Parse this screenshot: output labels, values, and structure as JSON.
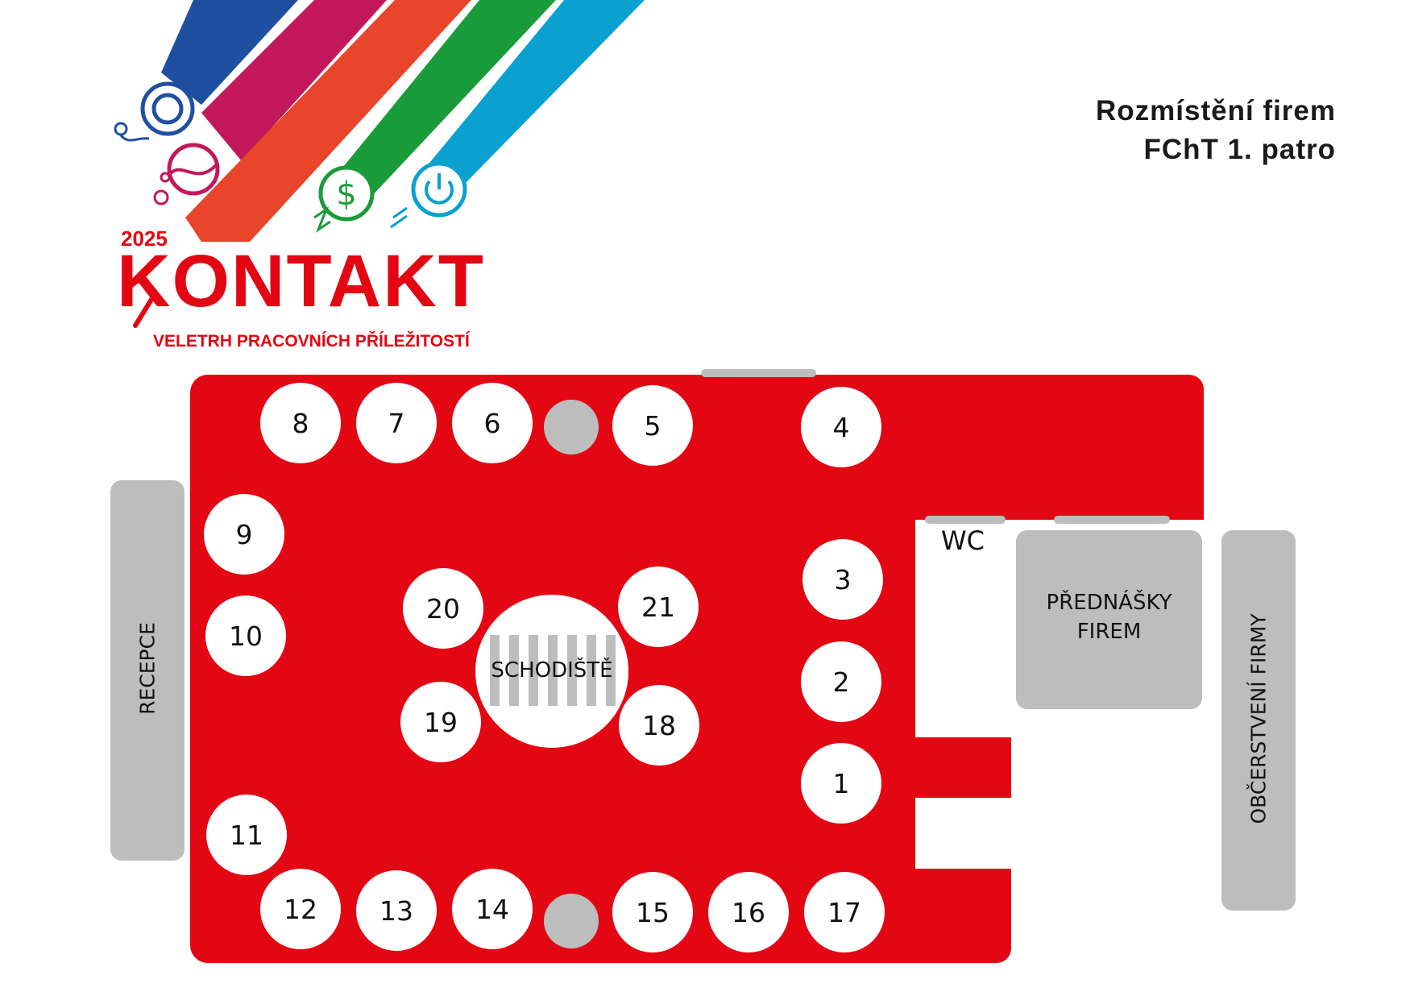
{
  "logo": {
    "year": "2025",
    "wordmark": "KONTAKT",
    "tagline": "VELETRH PRACOVNÍCH PŘÍLEŽITOSTÍ",
    "colors": {
      "red": "#e30613",
      "blue": "#1f4fa0",
      "magenta": "#c2185b",
      "green": "#1a9b3a",
      "cyan": "#0aa0cf"
    }
  },
  "title": {
    "line1": "Rozmístění firem",
    "line2": "FChT 1. patro"
  },
  "colors": {
    "floor": "#e30613",
    "room": "#bdbdbd",
    "booth": "#ffffff"
  },
  "areas": {
    "reception": "RECEPCE",
    "stairs": "SCHODIŠTĚ",
    "wc": "WC",
    "lectures_line1": "PŘEDNÁŠKY",
    "lectures_line2": "FIREM",
    "refreshments": "OBČERSTVENÍ FIRMY"
  },
  "booths": {
    "b1": "1",
    "b2": "2",
    "b3": "3",
    "b4": "4",
    "b5": "5",
    "b6": "6",
    "b7": "7",
    "b8": "8",
    "b9": "9",
    "b10": "10",
    "b11": "11",
    "b12": "12",
    "b13": "13",
    "b14": "14",
    "b15": "15",
    "b16": "16",
    "b17": "17",
    "b18": "18",
    "b19": "19",
    "b20": "20",
    "b21": "21"
  }
}
